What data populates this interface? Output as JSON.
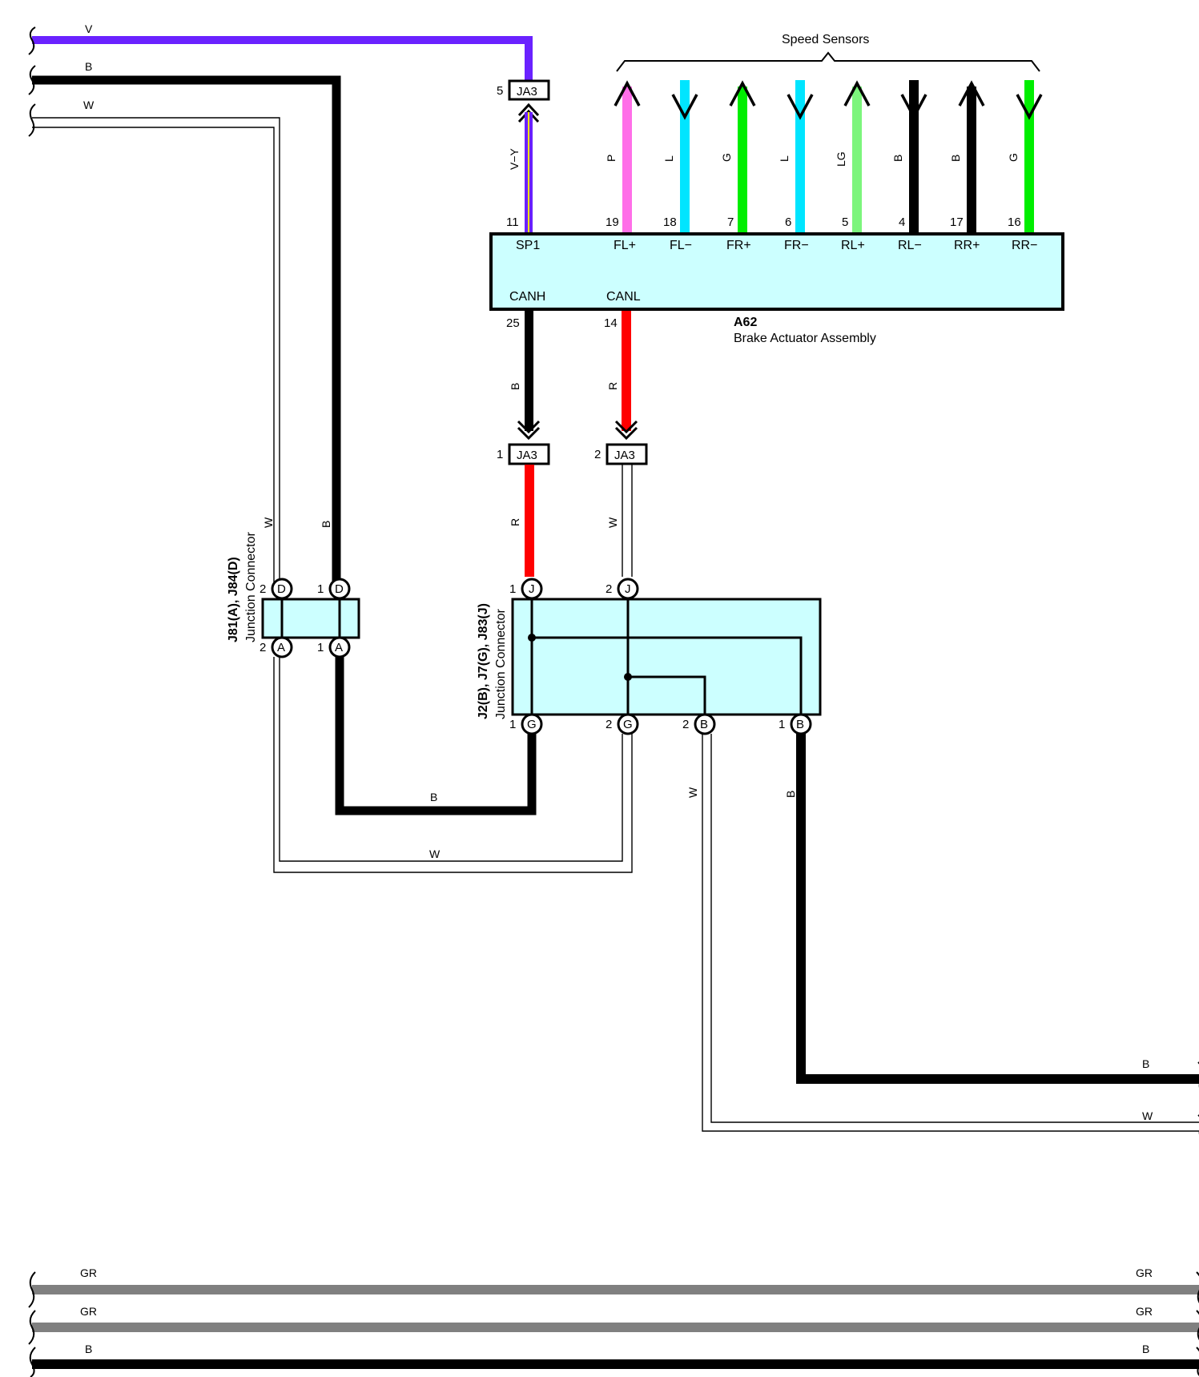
{
  "header": {
    "speed_sensors_label": "Speed Sensors"
  },
  "left_wires": {
    "top_v": "V",
    "top_b": "B",
    "top_w": "W",
    "bottom_gr1_left": "GR",
    "bottom_gr2_left": "GR",
    "bottom_b_left": "B",
    "bottom_gr1_right": "GR",
    "bottom_gr2_right": "GR",
    "bottom_b_right": "B"
  },
  "sensor_wires": [
    {
      "color_label": "P",
      "pin": "19",
      "terminal": "FL+",
      "hex": "#ff6ee8",
      "dir": "up"
    },
    {
      "color_label": "L",
      "pin": "18",
      "terminal": "FL−",
      "hex": "#00e5ff",
      "dir": "down"
    },
    {
      "color_label": "G",
      "pin": "7",
      "terminal": "FR+",
      "hex": "#00ee00",
      "dir": "up"
    },
    {
      "color_label": "L",
      "pin": "6",
      "terminal": "FR−",
      "hex": "#00e5ff",
      "dir": "down"
    },
    {
      "color_label": "LG",
      "pin": "5",
      "terminal": "RL+",
      "hex": "#7cf57c",
      "dir": "up"
    },
    {
      "color_label": "B",
      "pin": "4",
      "terminal": "RL−",
      "hex": "#000000",
      "dir": "down"
    },
    {
      "color_label": "B",
      "pin": "17",
      "terminal": "RR+",
      "hex": "#000000",
      "dir": "up"
    },
    {
      "color_label": "G",
      "pin": "16",
      "terminal": "RR−",
      "hex": "#00ee00",
      "dir": "down"
    }
  ],
  "actuator": {
    "id": "A62",
    "name": "Brake Actuator Assembly",
    "sp1_pin": "11",
    "sp1_label": "SP1",
    "canh_label": "CANH",
    "canl_label": "CANL",
    "canh_pin": "25",
    "canl_pin": "14"
  },
  "ja3_connectors": {
    "top": {
      "label": "JA3",
      "pin": "5",
      "wire": "V−Y"
    },
    "canh": {
      "label": "JA3",
      "pin": "1",
      "wire_in": "B",
      "wire_out": "R"
    },
    "canl": {
      "label": "JA3",
      "pin": "2",
      "wire_in": "R",
      "wire_out": "W"
    }
  },
  "junction_left": {
    "title": "J81(A), J84(D)",
    "subtitle": "Junction Connector",
    "top_w_label": "W",
    "top_b_label": "B",
    "pin_top_left": "2",
    "pin_top_right": "1",
    "pin_bottom_left": "2",
    "pin_bottom_right": "1",
    "letter_top": "D",
    "letter_bottom": "A"
  },
  "junction_main": {
    "title": "J2(B), J7(G), J83(J)",
    "subtitle": "Junction Connector",
    "pin_j1": "1",
    "pin_j2": "2",
    "letter_j": "J",
    "pin_g1": "1",
    "pin_g2": "2",
    "letter_g": "G",
    "pin_b2": "2",
    "pin_b1": "1",
    "letter_b": "B"
  },
  "bottom_wires": {
    "b_horizontal": "B",
    "w_horizontal": "W",
    "w_vertical": "W",
    "b_vertical": "B",
    "right_b": "B",
    "right_w": "W"
  },
  "colors": {
    "violet": "#6a22ff",
    "black": "#000000",
    "red": "#ff0000",
    "gray": "#808080",
    "box_fill": "#ccffff",
    "yellow": "#ffe600"
  }
}
